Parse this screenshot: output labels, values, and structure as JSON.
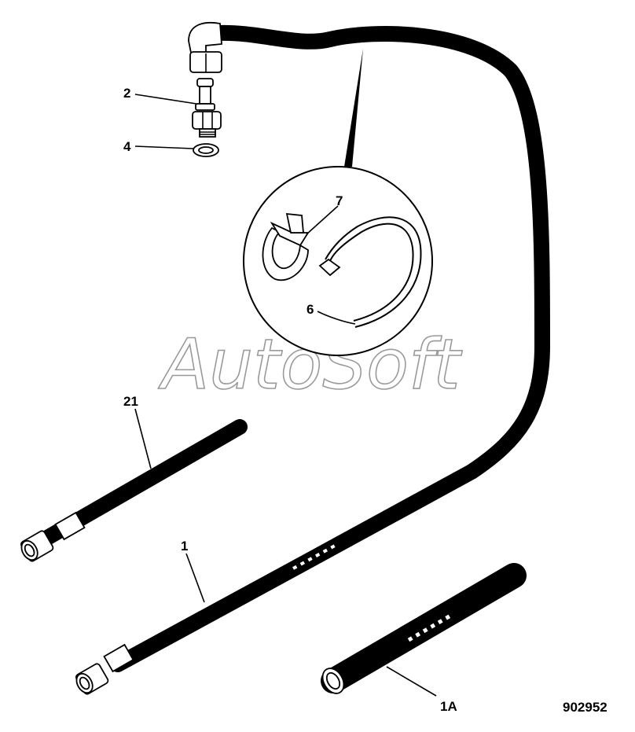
{
  "callouts": {
    "c2": "2",
    "c4": "4",
    "c7": "7",
    "c6": "6",
    "c21": "21",
    "c1": "1",
    "c1a": "1A"
  },
  "watermark": "AutoSoft",
  "document_number": "902952"
}
